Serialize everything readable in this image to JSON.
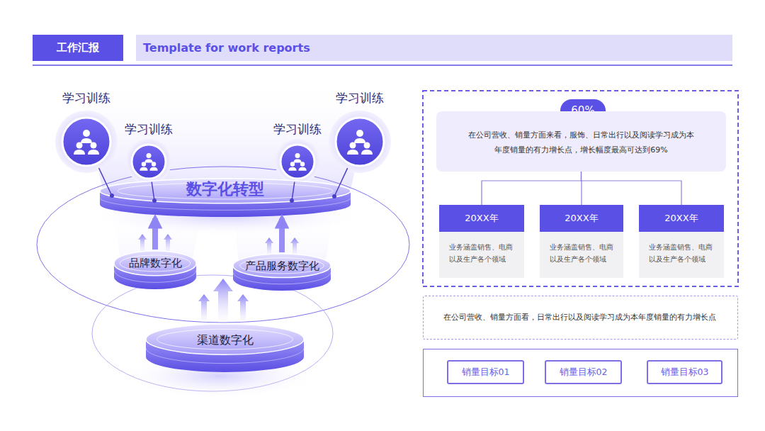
{
  "diagram": {
    "nodes": [
      {
        "text": [
          "工作汇报"
        ]
      },
      {
        "text": [
          "Template for work reports"
        ]
      },
      {
        "text": [
          "学习训练"
        ]
      },
      {
        "text": [
          "学习训练"
        ]
      },
      {
        "text": [
          "学习训练"
        ]
      },
      {
        "text": [
          "学习训练"
        ]
      },
      {
        "text": [
          "数字化转型"
        ]
      },
      {
        "text": [
          "品牌数字化"
        ]
      },
      {
        "text": [
          "产品服务数字化"
        ]
      },
      {
        "text": [
          "渠道数字化"
        ]
      },
      {
        "text": [
          "60%"
        ]
      },
      {
        "text": [
          "在公司营收、销量方面来看，服饰、日常出行以及阅读学习成为本年度销量的有力增长点，增长幅度最高可达到69%"
        ]
      },
      {
        "text": [
          "20XX年",
          "业务涵盖销售、电商以及生产各个领域"
        ]
      },
      {
        "text": [
          "20XX年",
          "业务涵盖销售、电商以及生产各个领域"
        ]
      },
      {
        "text": [
          "20XX年",
          "业务涵盖销售、电商以及生产各个领域"
        ]
      },
      {
        "text": [
          "在公司营收、销量方面看，日常出行以及阅读学习成为本年度销量的有力增长点"
        ]
      },
      {
        "text": [
          "销量目标01"
        ]
      },
      {
        "text": [
          "销量目标02"
        ]
      },
      {
        "text": [
          "销量目标03"
        ]
      }
    ],
    "edges": [
      {
        "from": 2,
        "to": 6,
        "arrow": "none"
      },
      {
        "from": 3,
        "to": 6,
        "arrow": "none"
      },
      {
        "from": 4,
        "to": 6,
        "arrow": "none"
      },
      {
        "from": 5,
        "to": 6,
        "arrow": "none"
      },
      {
        "from": 7,
        "to": 6,
        "arrow": "to"
      },
      {
        "from": 8,
        "to": 6,
        "arrow": "to"
      },
      {
        "from": 11,
        "to": 12,
        "arrow": "none"
      },
      {
        "from": 11,
        "to": 13,
        "arrow": "none"
      },
      {
        "from": 11,
        "to": 14,
        "arrow": "none"
      }
    ]
  }
}
